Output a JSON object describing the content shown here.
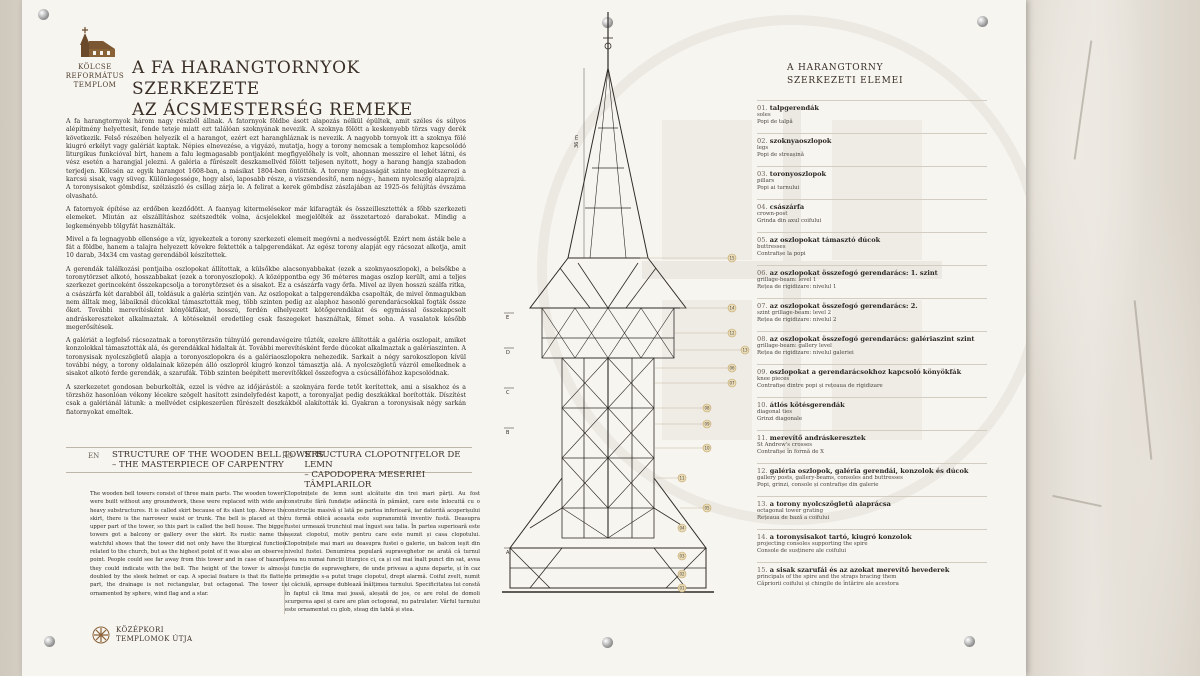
{
  "brand": {
    "church_logo_text": [
      "KÖLCSE",
      "REFORMÁTUS",
      "TEMPLOM"
    ],
    "footer_logo_text": [
      "KÖZÉPKORI",
      "TEMPLOMOK ÚTJA"
    ]
  },
  "title": {
    "line1": "A FA HARANGTORNYOK SZERKEZETE",
    "line2": "AZ ÁCSMESTERSÉG REMEKE"
  },
  "hungarian_paragraphs": [
    "A fa harangtornyok három nagy részből állnak. A fatornyok földbe ásott alapozás nélkül épültek, amit széles és súlyos alépítmény helyettesít, fende teteje miatt ezt találóan szoknyának nevezik. A szoknya fölött a keskenyebb törzs vagy derék következik. Felső részében helyezik el a harangot, ezért ezt haranghláznak is nevezik. A nagyobb tornyok itt a szoknya fölé kiugró erkélyt vagy galériát kaptak. Népies elnevezése, a vigyázó, mutatja, hogy a torony nemcsak a templomhoz kapcsolódó liturgikus funkcióval bírt, hanem a falu legmagasabb pontjaként megfigyelőhely is volt, ahonnan messzire el lehet látni, és vész esetén a harangjal jelezni. A galéria a fűrészelt deszkamellvéd fölött teljesen nyitott, hogy a harang hangja szabadon terjedjen. Kölcsén az egyik harangot 1608-ban, a másikat 1804-ben öntötték. A torony magasságát szinte megkétszerezi a karcsú sisak, vagy süveg. Különlegessége, hogy alsó, laposabb része, a víszsendesítő, nem négy-, hanem nyolcszög alaprajzú. A toronysisakot gömbdísz, szélzászló és csillag zárja le. A felirat a kerek gömbdísz zászlajában az 1925-ös felújítás évszáma olvasható.",
    "A fatornyok építése az erdőben kezdődött. A faanyag kitermelésekor már kifaragták és összeillesztették a főbb szerkezeti elemeket. Miután az elszállításhoz szétszedték volna, ácsjelekkel megjelölték az összetartozó darabokat. Mindig a legkeményebb tölgyfát használták.",
    "Mivel a fa legnagyobb ellensége a víz, igyekeztek a torony szerkezeti elemeit megóvni a nedvességtől. Ezért nem ásták bele a fát a földbe, hanem a talajra helyezett kövekre fektették a talpgerendákat. Az egész torony alapját egy rácsozat alkotja, amit 10 darab, 34x34 cm vastag gerendából készítettek.",
    "A gerendák találkozási pontjaiba oszlopokat állítottak, a külsőkbe alacsonyabbakat (ezek a szoknyaoszlopok), a belsőkbe a toronytörzset alkotó, hosszabbakat (ezek a toronyoszlopok). A középpontba egy 36 méteres magas oszlop került, ami a teljes szerkezet gerinceként összekapcsolja a toronytörzset és a sisakot. Ez a császárfa vagy őrfa. Mivel az ilyen hosszú szálfa ritka, a császárfa két darabból áll, toldásuk a galéria szintjén van. Az oszlopokat a talpgerendákba csapolták, de mivel önmagukban nem álltak meg, lábaiknál dúcokkal támasztották meg, több szinten pedig az alaphoz hasonló gerendarácsokkal fogták össze őket. További merevítésként könyökfákat, hosszú, ferdén elhelyezett kötőgerendákat és egymással összekapcsolt andráskereszteket alkalmaztak. A kötéseknél eredetileg csak faszegeket használtak, fémet soha. A vasalatok később megerősítések.",
    "A galériát a legfelső rácsozatnak a toronytörzsön túlnyúló gerendavégeire tűzték, ezekre állították a galéria oszlopait, amiket konzolokkal támasztották alá, és gerendákkal hidaltak át. További merevítésként ferde dúcokat alkalmaztak a galériaszinten. A toronysisak nyolcszögletű alapja a toronyoszlopokra és a galériaoszlopokra nehezedik. Sarkait a négy sarokoszlopon kívül további négy, a torony oldalainak közepén álló oszlopról kiugró konzol támasztja alá. A nyolcszögletű vázról emelkednek a sisakot alkotó ferde gerendák, a szarufák. Több szinten beépített merevítőkkel összefogva a csúcsállófához kapcsolódnak.",
    "A szerkezetet gondosan beburkolták, ezzel is védve az időjárástól: a szoknyára ferde tetőt kerítettek, ami a sisakhoz és a törzshöz hasonlóan vékony lécekre szögelt hasított zsindelyfedést kapott, a toronyaljat pedig deszkákkal borították. Díszítést csak a galériánál látunk: a mellvédet csipkeszerűen fűrészelt deszkákból alakították ki. Gyakran a toronysisak négy sarkán fiatornyokat emeltek."
  ],
  "band": {
    "en_code": "EN",
    "en_title1": "STRUCTURE OF THE WOODEN BELL TOWERS",
    "en_title2": "– THE MASTERPIECE OF CARPENTRY",
    "ro_code": "RO",
    "ro_title1": "STRUCTURA CLOPOTNIȚELOR DE LEMN",
    "ro_title2": "– CAPODOPERA MESERIEI TÂMPLARILOR"
  },
  "english_text": "The wooden bell towers consist of three main parts. The wooden towers were built without any groundwork, these were replaced with wide and heavy substructures. It is called skirt because of its slant top. Above the skirt, there is the narrower waist or trunk. The bell is placed at the upper part of the tower, so this part is called the bell house. The bigger towers got a balcony or gallery over the skirt. Its rustic name the watchful shows that the tower did not only have the liturgical function related to the church, but as the highest point of it was also an observer point. People could see far away from this tower and in case of hazard, they could indicate with the bell. The height of the tower is almost doubled by the sleek helmet or cap. A special feature is that its flatter part, the drainage is not rectangular, but octagonal. The tower is ornamented by sphere, wind flag and a star.",
  "romanian_text": "Clopotnițele de lemn sunt alcătuite din trei mari părți. Au fost construite fără fundație adâncită în pământ, care este înlocuită cu o construcție masivă și lată pe partea inferioară, iar datorită acoperișului cu formă oblică aceasta este supranumită inventiv fustă. Deasupra fustei urmează trunchiul mai îngust sau talia. În partea superioară este așezat clopotul, motiv pentru care este numit și casa clopotului. Clopotnițele mai mari au deasupra fustei o galerie, un balcon ieșit din nivelul fustei. Denumirea populară supraveghetor ne arată că turnul avea nu numai funcții liturgice ci, ca și cel mai înalt punct din sat, avea și funcție de supraveghere, de unde priveau a ajuns departe, și în caz de primejdie s-a putut trage clopotul, drept alarmă. Coiful zvelt, numit și căciulă, aproape dublează înălțimea turnului. Specificitatea lui constă în faptul că lima mai joasă, aleșată de jos, ce are rolul de domoli scurgerea apei și care are plan octogonal, nu patrulater. Vârful turnului este ornamentat cu glob, steag din tablă și stea.",
  "legend": {
    "title1": "A HARANGTORNY",
    "title2": "SZERKEZETI ELEMEI",
    "items": [
      {
        "num": "01.",
        "name": "talpgerendák",
        "en": "soles",
        "ro": "Popi de talpă"
      },
      {
        "num": "02.",
        "name": "szoknyaoszlopok",
        "en": "legs",
        "ro": "Popi de streașină"
      },
      {
        "num": "03.",
        "name": "toronyoszlopok",
        "en": "pillars",
        "ro": "Popi ai turnului"
      },
      {
        "num": "04.",
        "name": "császárfa",
        "en": "crown-post",
        "ro": "Grinda din axul coifului"
      },
      {
        "num": "05.",
        "name": "az oszlopokat támasztó dúcok",
        "en": "buttresses",
        "ro": "Contrafișe la popi"
      },
      {
        "num": "06.",
        "name": "az oszlopokat összefogó gerendarács: 1. szint",
        "en": "grillage-beam: level 1",
        "ro": "Rețea de rigidizare: nivelul 1"
      },
      {
        "num": "07.",
        "name": "az oszlopokat összefogó gerendarács: 2.",
        "en": "szint  grillage-beam: level 2",
        "ro": "Rețea de rigidizare: nivelul 2"
      },
      {
        "num": "08.",
        "name": "az oszlopokat összefogó gerendarács: galériaszint szint",
        "en": "grillage-beam: gallery level",
        "ro": "Rețea de rigidizare: nivelul galeriei"
      },
      {
        "num": "09.",
        "name": "oszlopokat a gerendarácsokhoz kapcsoló könyökfák",
        "en": "knee pieces",
        "ro": "Contrafișe dintre popi și rețeaua de rigidizare"
      },
      {
        "num": "10.",
        "name": "átlós kötésgerendák",
        "en": "diagonal ties",
        "ro": "Grinzi diagonale"
      },
      {
        "num": "11.",
        "name": "merevítő andráskeresztek",
        "en": "St Andrew's crosses",
        "ro": "Contrafișe în formă de X"
      },
      {
        "num": "12.",
        "name": "galéria oszlopok, galéria gerendái, konzolok és dúcok",
        "en": "gallery posts, gallery-beams, consoles and buttresses",
        "ro": "Popi, grinzi, console și contrafișe din galerie"
      },
      {
        "num": "13.",
        "name": "a torony nyolcszögletű alaprácsa",
        "en": "octagonal tower grating",
        "ro": "Rețeaua de bază a coifului"
      },
      {
        "num": "14.",
        "name": "a toronysisakot tartó, kiugró konzolok",
        "en": "projecting consoles supporting the spire",
        "ro": "Console de susținere ale coifului"
      },
      {
        "num": "15.",
        "name": "a sisak szarufái és az azokat merevítő hevederek",
        "en": "principals of the spire and the straps bracing them",
        "ro": "Căpriorii coifului și chingile de întărire ale acestora"
      }
    ]
  },
  "drawing": {
    "dim_top": "36 m",
    "markers": [
      "15",
      "14",
      "12",
      "13",
      "06",
      "07",
      "08",
      "09",
      "10",
      "11",
      "05",
      "04",
      "03",
      "02",
      "01"
    ],
    "level_letters": [
      "E",
      "D",
      "C",
      "B",
      "A"
    ]
  },
  "colors": {
    "panel": "#f7f5f0",
    "ink": "#2a2623",
    "marker": "#c4a45a",
    "watermark": "#ece9e3"
  }
}
